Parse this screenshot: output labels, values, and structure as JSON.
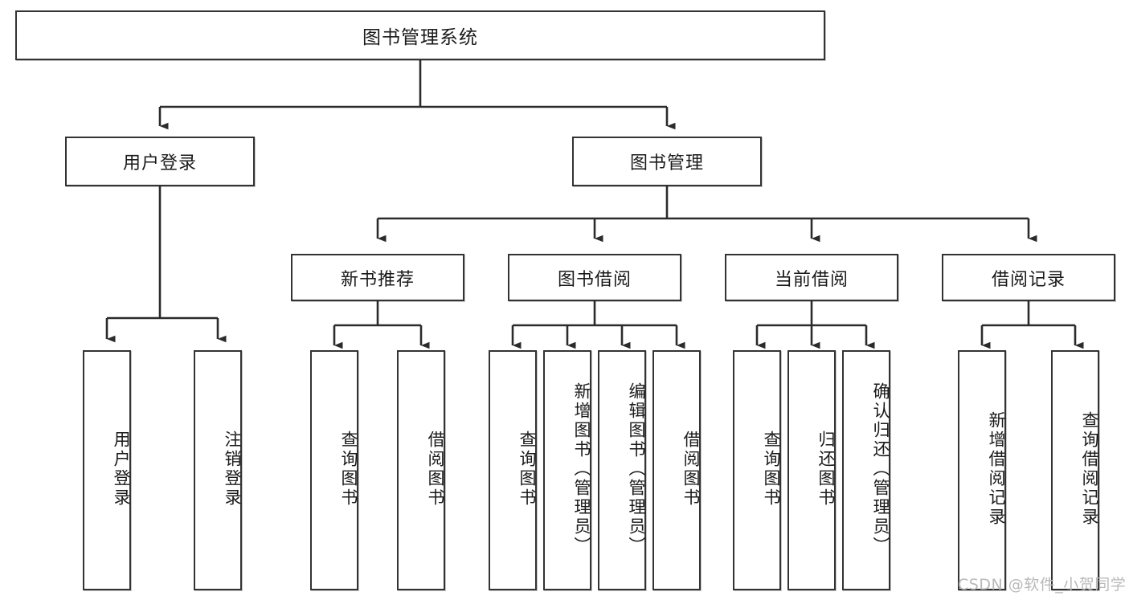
{
  "diagram": {
    "title": "图书管理系统",
    "type": "tree-hierarchy",
    "root": {
      "id": "root",
      "label": "图书管理系统"
    },
    "level1": [
      {
        "id": "user-login",
        "label": "用户登录"
      },
      {
        "id": "book-manage",
        "label": "图书管理"
      }
    ],
    "level2": [
      {
        "id": "new-book-rec",
        "label": "新书推荐",
        "parent": "book-manage"
      },
      {
        "id": "book-borrow",
        "label": "图书借阅",
        "parent": "book-manage"
      },
      {
        "id": "current-borrow",
        "label": "当前借阅",
        "parent": "book-manage"
      },
      {
        "id": "borrow-record",
        "label": "借阅记录",
        "parent": "book-manage"
      }
    ],
    "leaves": [
      {
        "id": "leaf-user-login",
        "label": "用户登录",
        "parent": "user-login"
      },
      {
        "id": "leaf-logout",
        "label": "注销登录",
        "parent": "user-login"
      },
      {
        "id": "leaf-query-book-1",
        "label": "查询图书",
        "parent": "new-book-rec"
      },
      {
        "id": "leaf-borrow-book-1",
        "label": "借阅图书",
        "parent": "new-book-rec"
      },
      {
        "id": "leaf-query-book-2",
        "label": "查询图书",
        "parent": "book-borrow"
      },
      {
        "id": "leaf-add-book",
        "label": "新增图书（管理员）",
        "parent": "book-borrow"
      },
      {
        "id": "leaf-edit-book",
        "label": "编辑图书（管理员）",
        "parent": "book-borrow"
      },
      {
        "id": "leaf-borrow-book-2",
        "label": "借阅图书",
        "parent": "book-borrow"
      },
      {
        "id": "leaf-query-book-3",
        "label": "查询图书",
        "parent": "current-borrow"
      },
      {
        "id": "leaf-return-book",
        "label": "归还图书",
        "parent": "current-borrow"
      },
      {
        "id": "leaf-confirm-return",
        "label": "确认归还（管理员）",
        "parent": "current-borrow"
      },
      {
        "id": "leaf-add-record",
        "label": "新增借阅记录",
        "parent": "borrow-record"
      },
      {
        "id": "leaf-query-record",
        "label": "查询借阅记录",
        "parent": "borrow-record"
      }
    ],
    "watermark": "CSDN @软件_小贺同学",
    "colors": {
      "stroke": "#333333",
      "fill": "#ffffff",
      "text": "#1a1a1a",
      "watermark": "#b9b9b9"
    }
  }
}
